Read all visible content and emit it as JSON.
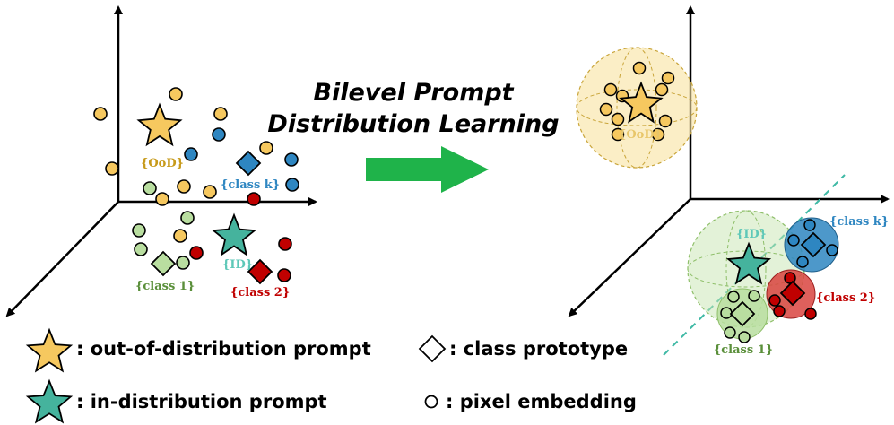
{
  "title": {
    "line1": "Bilevel Prompt",
    "line2": "Distribution Learning"
  },
  "left_labels": {
    "ood": "{OoD}",
    "class_k": "{class k}",
    "id": "{ID}",
    "class_1": "{class 1}",
    "class_2": "{class 2}"
  },
  "right_labels": {
    "ood": "{OoD}",
    "class_k": "{class k}",
    "id": "{ID}",
    "class_1": "{class 1}",
    "class_2": "{class 2}"
  },
  "legend": {
    "ood_prompt": ": out-of-distribution prompt",
    "id_prompt": ": in-distribution prompt",
    "class_prototype": ": class prototype",
    "pixel_embedding": ": pixel embedding"
  },
  "colors": {
    "ood": "#f6c85f",
    "id": "#45b39d",
    "class_1": "#b9dea0",
    "class_2": "#c00000",
    "class_k": "#2e86c1",
    "arrow": "#1fb34a",
    "ood_label": "#c79a1a",
    "id_label": "#5ec8b8",
    "class_1_label": "#5a8f3a",
    "class_k_label": "#2e86c1",
    "class_2_label": "#c00000"
  },
  "icons": {
    "transform_arrow": "right-arrow-icon",
    "ood_prompt": "star-icon",
    "id_prompt": "star-icon",
    "class_prototype": "diamond-icon",
    "pixel_embedding": "circle-icon"
  }
}
